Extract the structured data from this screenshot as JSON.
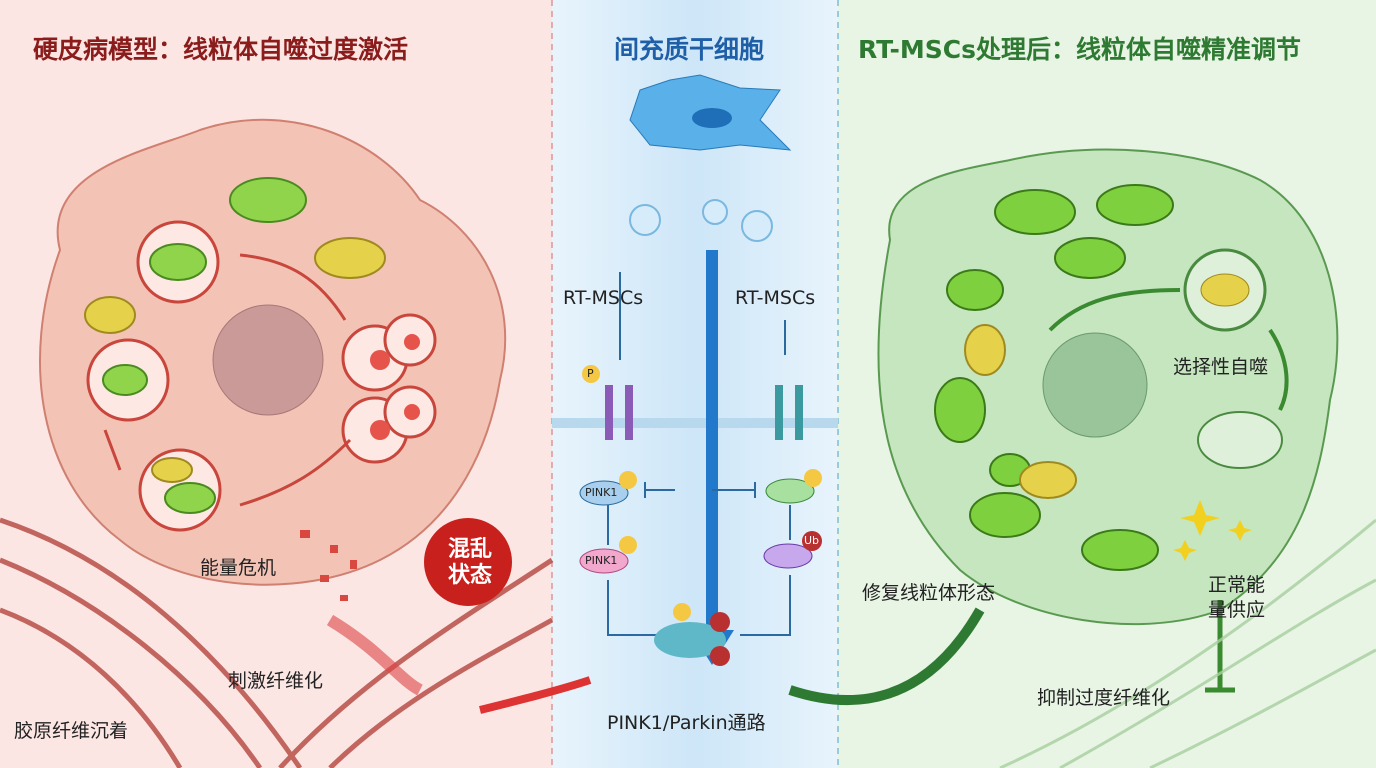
{
  "panels": {
    "left": {
      "title": "硬皮病模型：线粒体自噬过度激活",
      "energy_crisis": "能量危机",
      "chaos_line1": "混乱",
      "chaos_line2": "状态",
      "stimulate_fibrosis": "刺激纤维化",
      "collagen": "胶原纤维沉着"
    },
    "middle": {
      "title": "间充质干细胞",
      "rt_mscs_left": "RT-MSCs",
      "rt_mscs_right": "RT-MSCs",
      "pink1_top": "PINK1",
      "pink1_bottom": "PINK1",
      "p": "P",
      "ub": "Ub",
      "pathway": "PINK1/Parkin通路"
    },
    "right": {
      "title": "RT-MSCs处理后：线粒体自噬精准调节",
      "selective_autophagy": "选择性自噬",
      "repair": "修复线粒体形态",
      "energy_line1": "正常能",
      "energy_line2": "量供应",
      "inhibit_fibrosis": "抑制过度纤维化"
    }
  },
  "colors": {
    "left_title": "#8b1c1c",
    "middle_title": "#1f5fa8",
    "right_title": "#2e7a32",
    "left_bg": "#fbe3e1",
    "middle_bg": "#dbeefa",
    "right_bg": "#e6f3e2"
  }
}
